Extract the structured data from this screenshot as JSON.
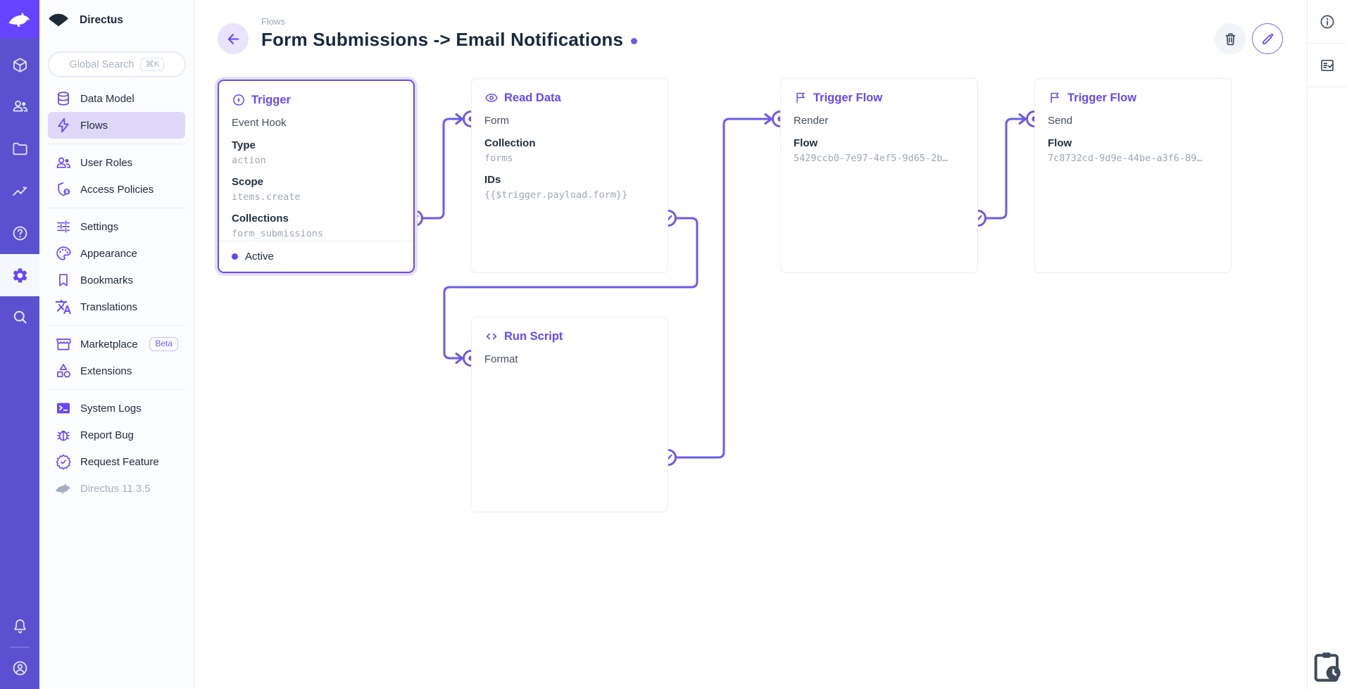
{
  "app": {
    "project_name": "Directus",
    "version_label": "Directus 11.3.5",
    "accent_color": "#6644FF",
    "module_bar_color": "#5A51D1",
    "connector_color": "#6A5BE9"
  },
  "module_bar": {
    "icons": [
      "rabbit-logo",
      "box-icon",
      "people-icon",
      "folder-icon",
      "insights-icon",
      "help-icon",
      "settings-gear-icon",
      "search-icon",
      "bell-icon",
      "user-circle-icon"
    ],
    "active_module": "settings-gear-icon"
  },
  "sidebar": {
    "search": {
      "placeholder": "Global Search",
      "shortcut": "⌘K"
    },
    "sections": [
      {
        "items": [
          {
            "label": "Data Model",
            "icon": "database-icon"
          },
          {
            "label": "Flows",
            "icon": "zap-icon",
            "active": true
          }
        ]
      },
      {
        "items": [
          {
            "label": "User Roles",
            "icon": "people-icon"
          },
          {
            "label": "Access Policies",
            "icon": "shield-lock-icon"
          }
        ]
      },
      {
        "items": [
          {
            "label": "Settings",
            "icon": "tune-icon"
          },
          {
            "label": "Appearance",
            "icon": "palette-icon"
          },
          {
            "label": "Bookmarks",
            "icon": "bookmark-icon"
          },
          {
            "label": "Translations",
            "icon": "translate-icon"
          }
        ]
      },
      {
        "items": [
          {
            "label": "Marketplace",
            "icon": "storefront-icon",
            "badge": "Beta"
          },
          {
            "label": "Extensions",
            "icon": "shapes-icon"
          }
        ]
      },
      {
        "items": [
          {
            "label": "System Logs",
            "icon": "terminal-icon"
          },
          {
            "label": "Report Bug",
            "icon": "bug-icon"
          },
          {
            "label": "Request Feature",
            "icon": "verified-icon"
          }
        ]
      }
    ]
  },
  "header": {
    "breadcrumb": "Flows",
    "title": "Form Submissions -> Email Notifications",
    "actions": [
      {
        "icon": "trash-icon"
      },
      {
        "icon": "pencil-icon"
      }
    ]
  },
  "flow": {
    "trigger": {
      "title": "Trigger",
      "subtitle": "Event Hook",
      "fields": [
        {
          "label": "Type",
          "value": "action"
        },
        {
          "label": "Scope",
          "value": "items.create"
        },
        {
          "label": "Collections",
          "value": "form_submissions"
        }
      ],
      "status": "Active"
    },
    "operations": [
      {
        "title": "Read Data",
        "icon": "eye-icon",
        "name": "Form",
        "fields": [
          {
            "label": "Collection",
            "value": "forms"
          },
          {
            "label": "IDs",
            "value": "{{$trigger.payload.form}}"
          }
        ]
      },
      {
        "title": "Trigger Flow",
        "icon": "flag-icon",
        "name": "Render",
        "fields": [
          {
            "label": "Flow",
            "value": "5429ccb0-7e97-4ef5-9d65-2b…"
          }
        ]
      },
      {
        "title": "Trigger Flow",
        "icon": "flag-icon",
        "name": "Send",
        "fields": [
          {
            "label": "Flow",
            "value": "7c8732cd-9d9e-44be-a3f6-89…"
          }
        ]
      },
      {
        "title": "Run Script",
        "icon": "code-icon",
        "name": "Format",
        "fields": []
      }
    ]
  },
  "right_bar": {
    "icons": [
      "info-icon",
      "fact-check-icon",
      "clipboard-clock-icon"
    ]
  }
}
